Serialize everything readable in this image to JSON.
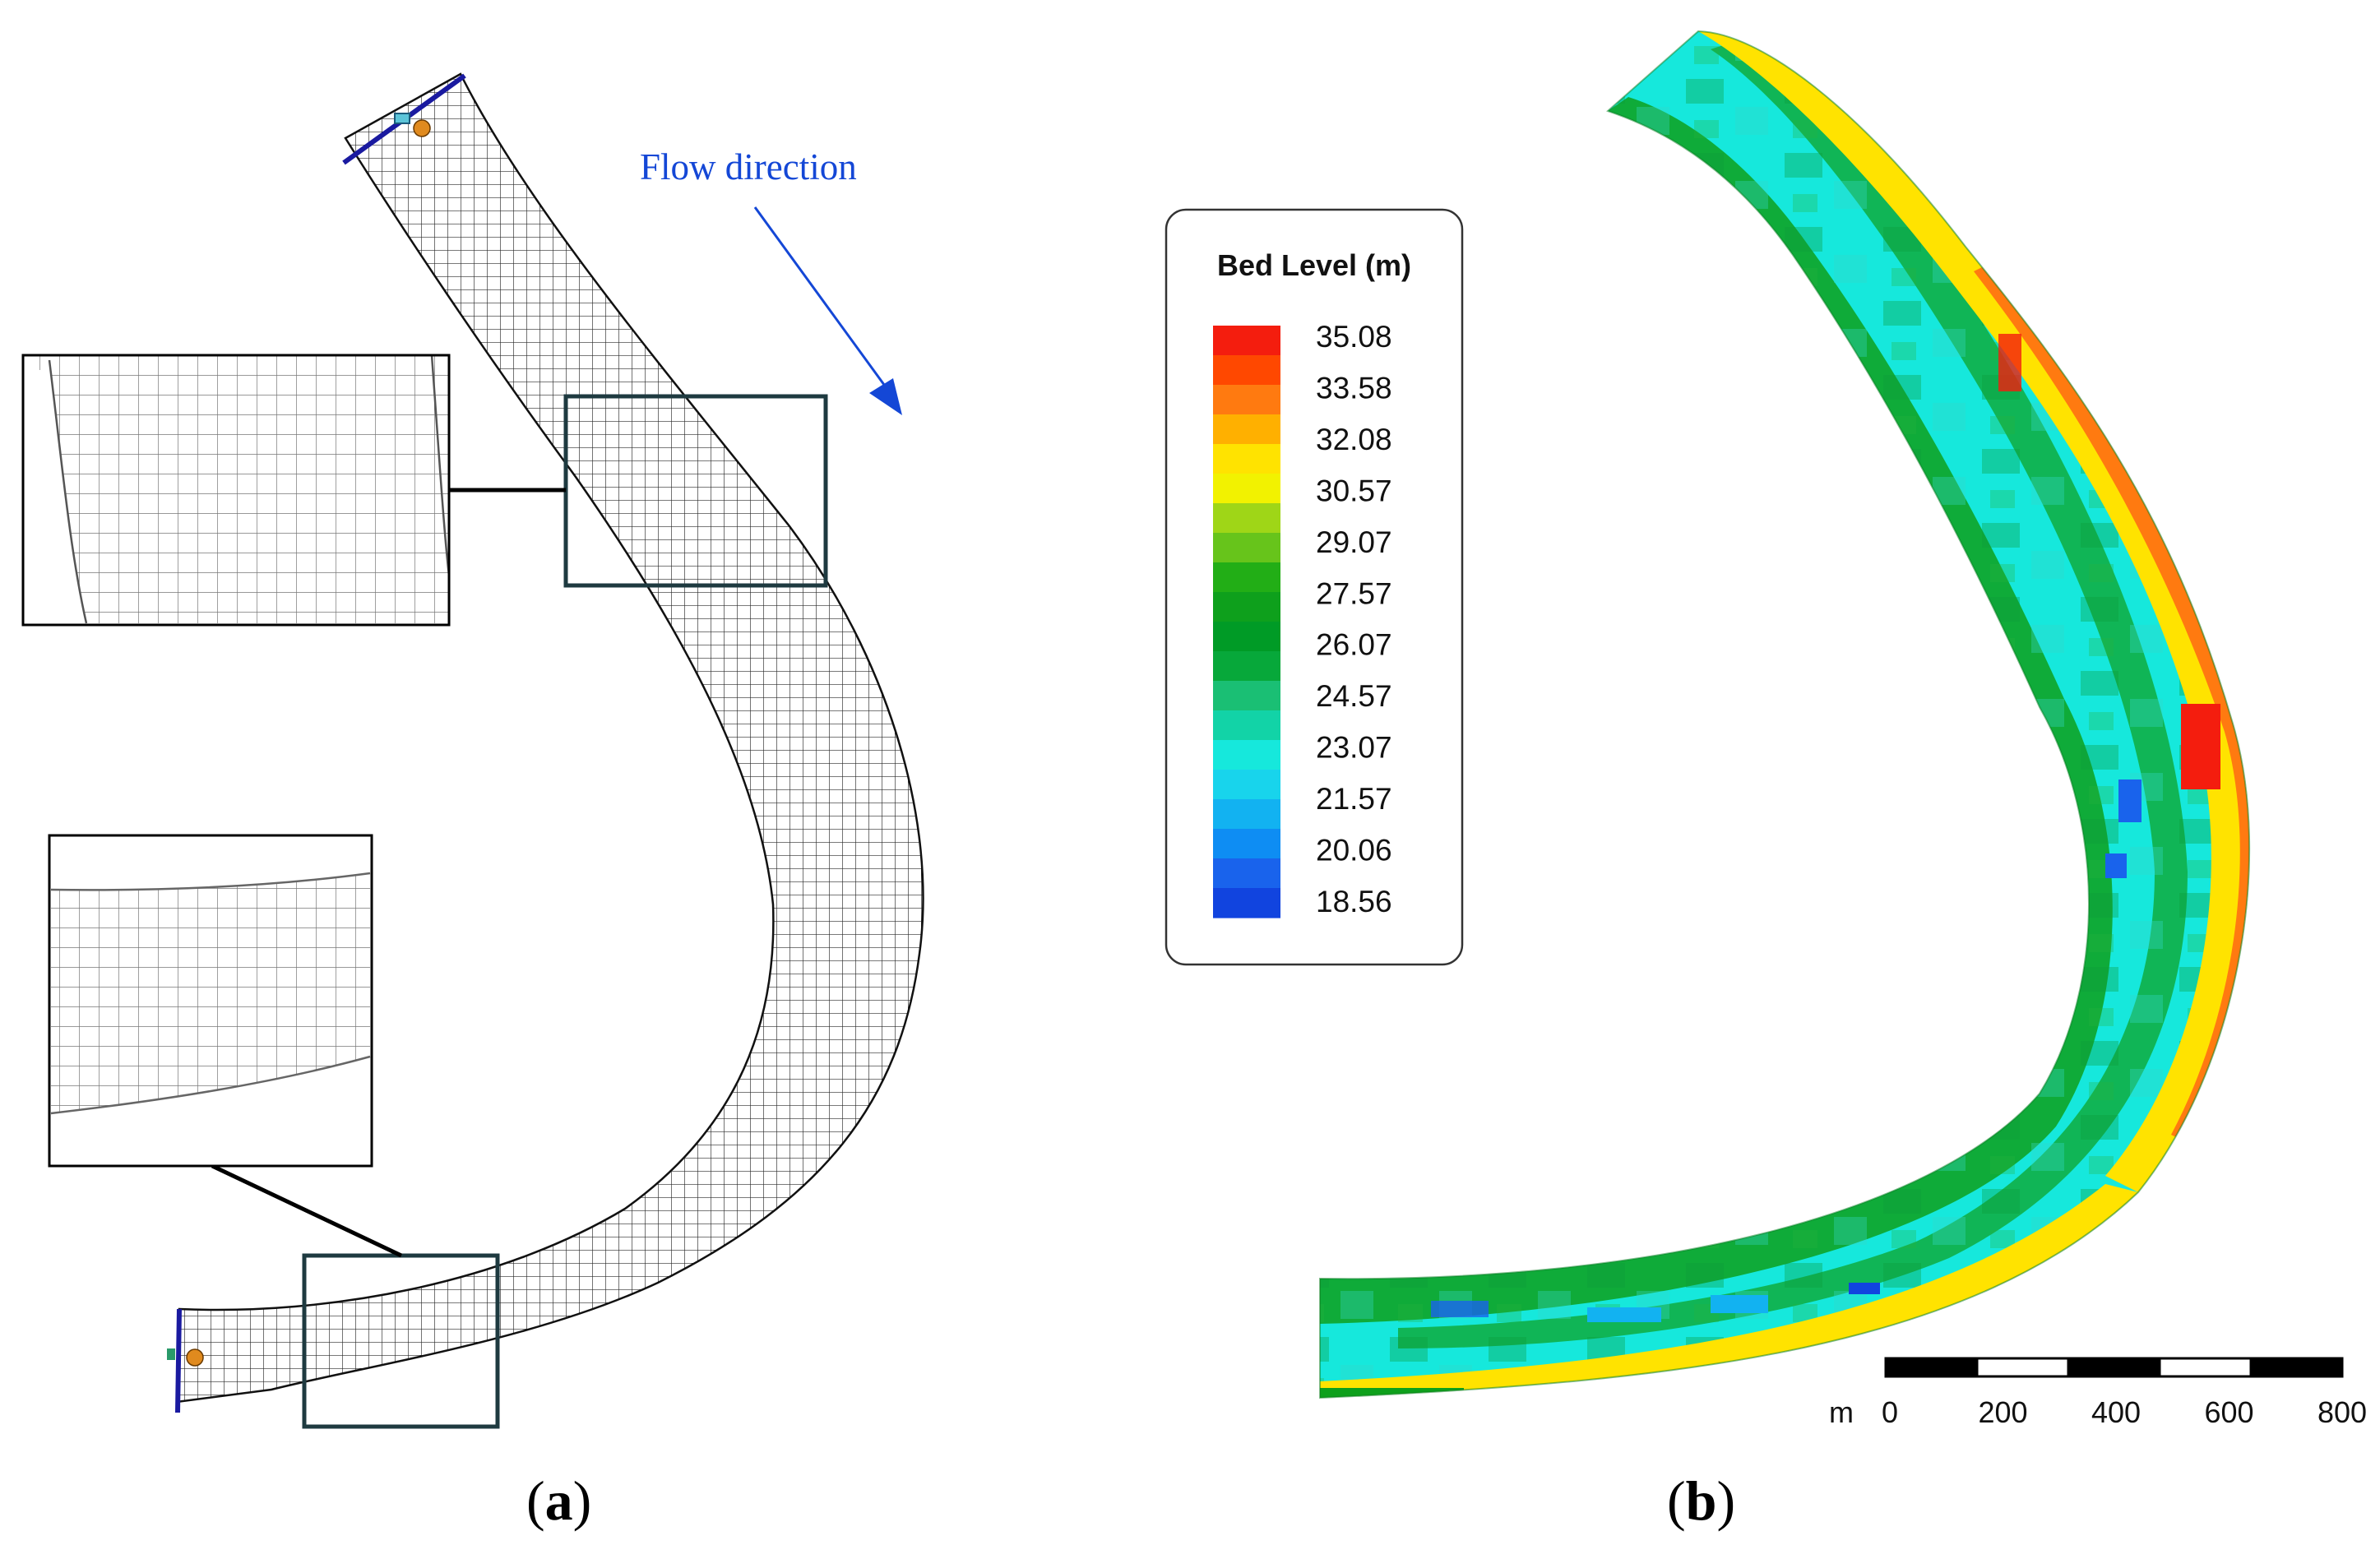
{
  "panel_a": {
    "label_open": "(",
    "label_letter": "a",
    "label_close": ")",
    "flow_label": "Flow direction",
    "flow_color": "#1447d6",
    "boundary_color": "#1a1aa0",
    "marker_color": "#e08a1e",
    "zoom_frame_color": "#1e3a40"
  },
  "panel_b": {
    "label_open": "(",
    "label_letter": "b",
    "label_close": ")",
    "legend": {
      "title": "Bed Level (m)",
      "ticks": [
        "35.08",
        "33.58",
        "32.08",
        "30.57",
        "29.07",
        "27.57",
        "26.07",
        "24.57",
        "23.07",
        "21.57",
        "20.06",
        "18.56"
      ],
      "colors": [
        "#f41d0e",
        "#ff4800",
        "#ff7a10",
        "#ffb000",
        "#ffe300",
        "#f2f200",
        "#9fd617",
        "#67c41b",
        "#22ae16",
        "#0ea01c",
        "#009b26",
        "#07a83a",
        "#1abf74",
        "#12d3a7",
        "#16e8dc",
        "#18d4ec",
        "#12b2f1",
        "#0e8df3",
        "#1963ec",
        "#1144df"
      ]
    },
    "scale_bar": {
      "unit": "m",
      "labels": [
        "0",
        "200",
        "400",
        "600",
        "800"
      ]
    }
  }
}
